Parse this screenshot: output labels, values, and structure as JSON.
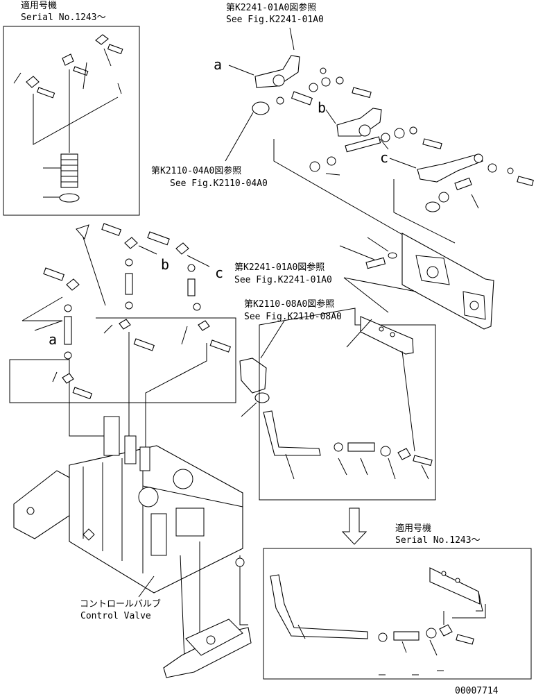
{
  "notes": {
    "serial_top_jp": "適用号機",
    "serial_top_en": "Serial No.1243～",
    "serial_bottom_jp": "適用号機",
    "serial_bottom_en": "Serial No.1243～",
    "ref1_jp": "第K2241-01A0図参照",
    "ref1_en": "See Fig.K2241-01A0",
    "ref2_jp": "第K2110-04A0図参照",
    "ref2_en": "See Fig.K2110-04A0",
    "ref3_jp": "第K2241-01A0図参照",
    "ref3_en": "See Fig.K2241-01A0",
    "ref4_jp": "第K2110-08A0図参照",
    "ref4_en": "See Fig.K2110-08A0",
    "control_valve_jp": "コントロールバルブ",
    "control_valve_en": "Control Valve",
    "drawing_no": "00007714"
  },
  "callouts": {
    "a1": "a",
    "b1": "b",
    "c1": "c",
    "a2": "a",
    "b2": "b",
    "c2": "c"
  }
}
